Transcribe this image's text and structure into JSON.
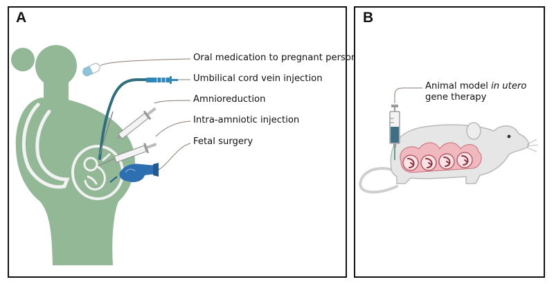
{
  "panel_a": {
    "letter": "A",
    "labels": {
      "oral": "Oral medication to pregnant person",
      "umbilical": "Umbilical cord vein injection",
      "amnio": "Amnioreduction",
      "intra": "Intra-amniotic injection",
      "fetal": "Fetal surgery"
    }
  },
  "panel_b": {
    "letter": "B",
    "label_line1_prefix": "Animal model ",
    "label_line1_italic": "in utero",
    "label_line2": "gene therapy"
  },
  "colors": {
    "figure_green": "#93b896",
    "figure_light": "#f2f2f2",
    "syringe_blue": "#2f86b8",
    "glove_blue": "#2d6fb0",
    "tube_teal": "#2f6e7e",
    "mouse_grey": "#e6e6e6",
    "uterus_pink": "#d8707c",
    "leader_line": "#8a7a70"
  }
}
